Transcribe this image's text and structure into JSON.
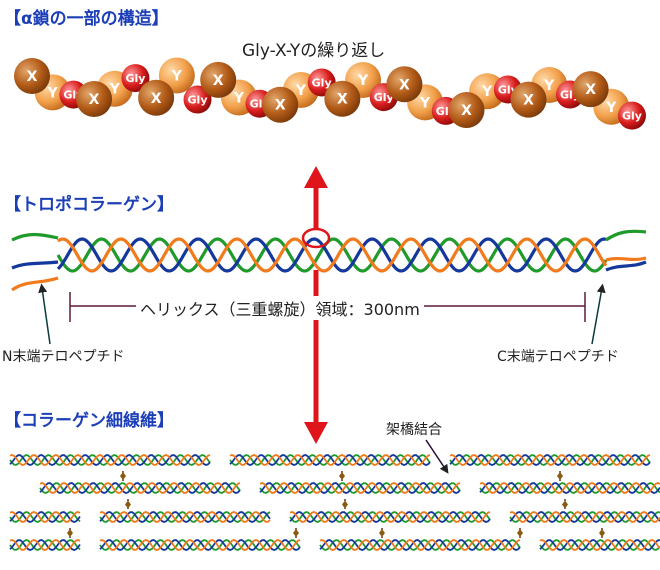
{
  "sections": {
    "alpha_chain": "【α鎖の一部の構造】",
    "tropocollagen": "【トロポコラーゲン】",
    "fibril": "【コラーゲン細線維】"
  },
  "alpha_chain": {
    "repeat_label": "Gly-X-Yの繰り返し",
    "beads": [
      {
        "t": "X"
      },
      {
        "t": "Y"
      },
      {
        "t": "Gly"
      },
      {
        "t": "X"
      },
      {
        "t": "Y"
      },
      {
        "t": "Gly"
      },
      {
        "t": "X"
      },
      {
        "t": "Y"
      },
      {
        "t": "Gly"
      },
      {
        "t": "X"
      },
      {
        "t": "Y"
      },
      {
        "t": "Gly"
      },
      {
        "t": "X"
      },
      {
        "t": "Y"
      },
      {
        "t": "Gly"
      },
      {
        "t": "X"
      },
      {
        "t": "Y"
      },
      {
        "t": "Gly"
      },
      {
        "t": "X"
      },
      {
        "t": "Y"
      },
      {
        "t": "Gly"
      },
      {
        "t": "X"
      },
      {
        "t": "Y"
      },
      {
        "t": "Gly"
      },
      {
        "t": "X"
      },
      {
        "t": "Y"
      },
      {
        "t": "Gly"
      },
      {
        "t": "X"
      },
      {
        "t": "Y"
      },
      {
        "t": "Gly"
      }
    ]
  },
  "tropocollagen": {
    "helix_region": "ヘリックス（三重螺旋）領域：300nm",
    "n_term": "N末端テロペプチド",
    "c_term": "C末端テロペプチド"
  },
  "fibril": {
    "crosslink": "架橋結合"
  },
  "colors": {
    "title_blue": "#1c3fb8",
    "strand_green": "#1f9a2b",
    "strand_blue": "#14389c",
    "strand_orange": "#f07a1c",
    "arrow_red": "#e0141b",
    "bead_x": "#b25a17",
    "bead_y": "#f2a04a",
    "bead_gly": "#d81c1c"
  }
}
